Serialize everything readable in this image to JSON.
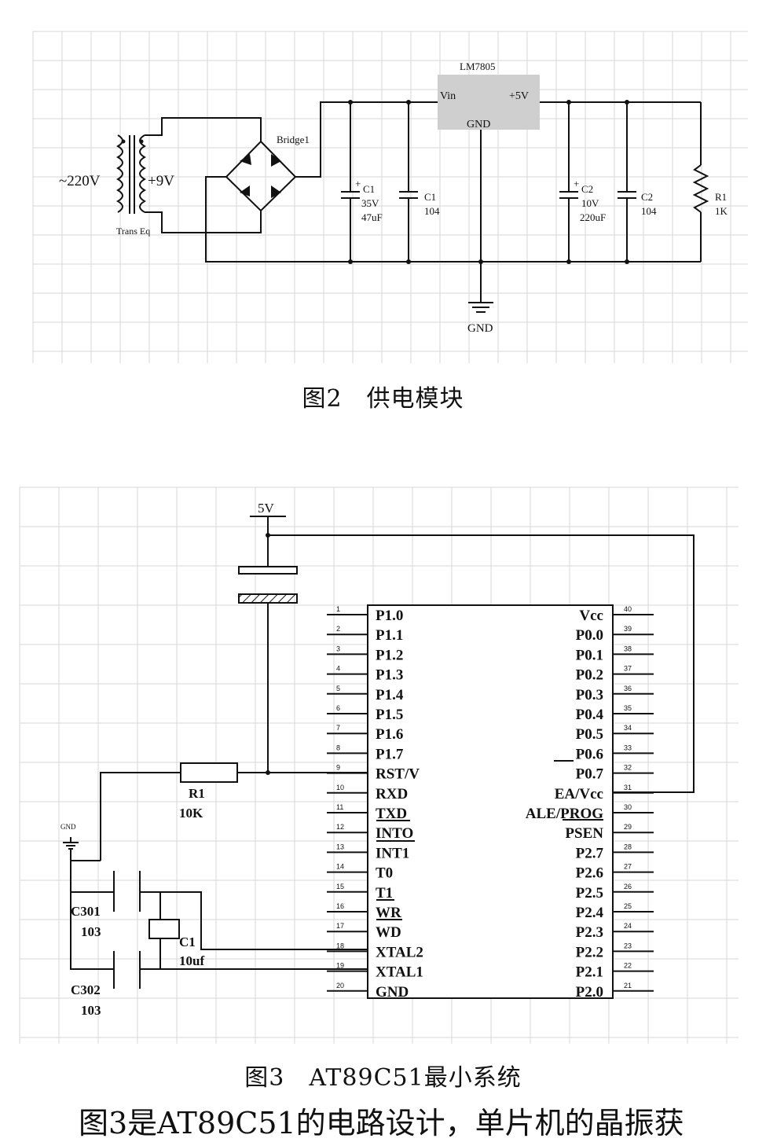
{
  "figure2": {
    "caption": "图2　供电模块",
    "labels": {
      "ac_in": "~220V",
      "ac_out": "+9V",
      "transformer": "Trans Eq",
      "bridge": "Bridge1",
      "regulator": "LM7805",
      "reg_vin": "Vin",
      "reg_out": "+5V",
      "reg_gnd": "GND",
      "c1a_name": "C1",
      "c1a_v": "35V",
      "c1a_val": "47uF",
      "c1b_name": "C1",
      "c1b_val": "104",
      "c2a_name": "C2",
      "c2a_v": "10V",
      "c2a_val": "220uF",
      "c2b_name": "C2",
      "c2b_val": "104",
      "r1_name": "R1",
      "r1_val": "1K",
      "gnd": "GND"
    }
  },
  "figure3": {
    "caption": "图3　AT89C51最小系统",
    "labels": {
      "vcc": "5V",
      "r1_name": "R1",
      "r1_val": "10K",
      "gnd": "GND",
      "c301_name": "C301",
      "c301_val": "103",
      "c302_name": "C302",
      "c302_val": "103",
      "c1_name": "C1",
      "c1_val": "10uf"
    },
    "left_pins": [
      {
        "num": "1",
        "name": "P1.0"
      },
      {
        "num": "2",
        "name": "P1.1"
      },
      {
        "num": "3",
        "name": "P1.2"
      },
      {
        "num": "4",
        "name": "P1.3"
      },
      {
        "num": "5",
        "name": "P1.4"
      },
      {
        "num": "6",
        "name": "P1.5"
      },
      {
        "num": "7",
        "name": "P1.6"
      },
      {
        "num": "8",
        "name": "P1.7"
      },
      {
        "num": "9",
        "name": "RST/V"
      },
      {
        "num": "10",
        "name": "RXD"
      },
      {
        "num": "11",
        "name": "TXD"
      },
      {
        "num": "12",
        "name": "INTO"
      },
      {
        "num": "13",
        "name": "INT1"
      },
      {
        "num": "14",
        "name": "T0"
      },
      {
        "num": "15",
        "name": "T1"
      },
      {
        "num": "16",
        "name": "WR"
      },
      {
        "num": "17",
        "name": "WD"
      },
      {
        "num": "18",
        "name": "XTAL2"
      },
      {
        "num": "19",
        "name": "XTAL1"
      },
      {
        "num": "20",
        "name": "GND"
      }
    ],
    "right_pins": [
      {
        "num": "40",
        "name": "Vcc"
      },
      {
        "num": "39",
        "name": "P0.0"
      },
      {
        "num": "38",
        "name": "P0.1"
      },
      {
        "num": "37",
        "name": "P0.2"
      },
      {
        "num": "36",
        "name": "P0.3"
      },
      {
        "num": "35",
        "name": "P0.4"
      },
      {
        "num": "34",
        "name": "P0.5"
      },
      {
        "num": "33",
        "name": "P0.6"
      },
      {
        "num": "32",
        "name": "P0.7"
      },
      {
        "num": "31",
        "name": "EA/Vcc"
      },
      {
        "num": "30",
        "name": "ALE/PROG"
      },
      {
        "num": "29",
        "name": "PSEN"
      },
      {
        "num": "28",
        "name": "P2.7"
      },
      {
        "num": "27",
        "name": "P2.6"
      },
      {
        "num": "26",
        "name": "P2.5"
      },
      {
        "num": "25",
        "name": "P2.4"
      },
      {
        "num": "24",
        "name": "P2.3"
      },
      {
        "num": "23",
        "name": "P2.2"
      },
      {
        "num": "22",
        "name": "P2.1"
      },
      {
        "num": "21",
        "name": "P2.0"
      }
    ]
  },
  "body_text": "图3是AT89C51的电路设计，单片机的晶振获"
}
